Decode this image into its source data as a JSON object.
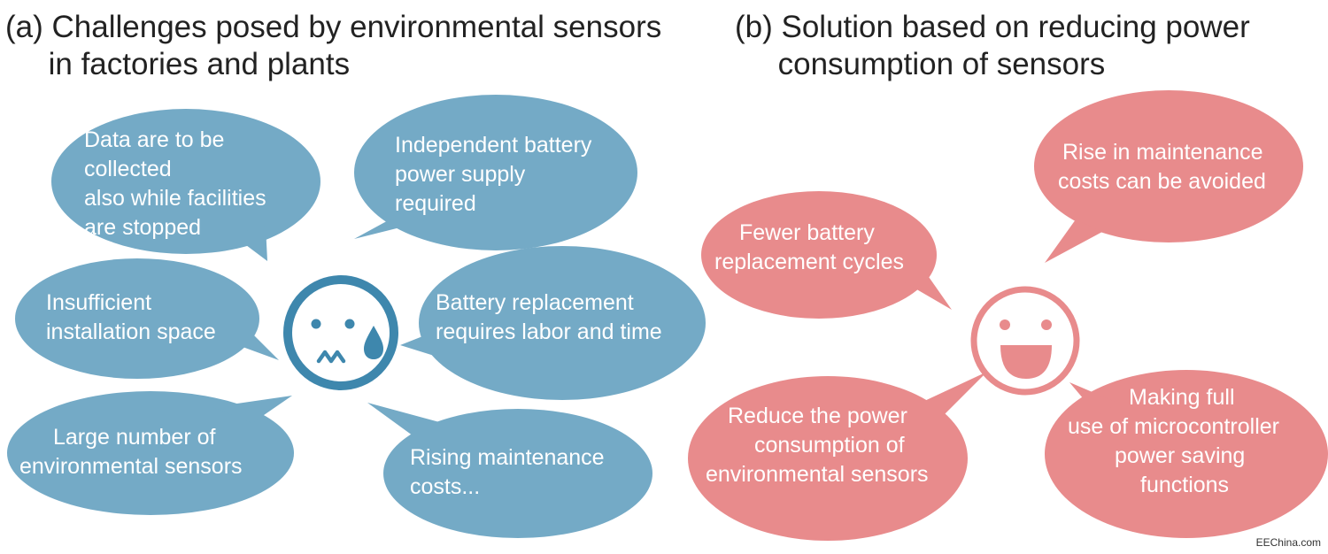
{
  "panel_a": {
    "title": [
      "(a) Challenges posed by environmental sensors",
      "     in factories and plants"
    ],
    "bubble_color": "#74aac6",
    "face_color": "#3e87ad",
    "face_expression": "worried-face-with-sweat-drop",
    "bubbles": [
      {
        "id": "data-collected",
        "lines": [
          "Data are to be",
          "collected",
          " also while facilities",
          "are stopped"
        ]
      },
      {
        "id": "independent-battery",
        "lines": [
          "Independent battery",
          "power supply",
          "required"
        ]
      },
      {
        "id": "installation-space",
        "lines": [
          "Insufficient",
          "installation space"
        ]
      },
      {
        "id": "battery-replacement",
        "lines": [
          "Battery replacement",
          "requires labor and time"
        ]
      },
      {
        "id": "large-number",
        "lines": [
          "Large number of",
          "environmental sensors"
        ]
      },
      {
        "id": "rising-costs",
        "lines": [
          "Rising maintenance",
          "costs..."
        ]
      }
    ]
  },
  "panel_b": {
    "title": [
      "(b) Solution based on reducing power",
      "     consumption of sensors"
    ],
    "bubble_color": "#e88b8c",
    "face_color": "#e88b8c",
    "face_expression": "smiling-face",
    "bubbles": [
      {
        "id": "fewer-battery",
        "lines": [
          "Fewer battery",
          "replacement cycles"
        ]
      },
      {
        "id": "rise-avoided",
        "lines": [
          "Rise in maintenance",
          "costs can be avoided"
        ]
      },
      {
        "id": "reduce-power",
        "lines": [
          "Reduce the power",
          "consumption of",
          "environmental sensors"
        ]
      },
      {
        "id": "microcontroller",
        "lines": [
          "Making full",
          "use of microcontroller",
          "power saving",
          "functions"
        ]
      }
    ]
  },
  "watermark": "EEChina.com"
}
